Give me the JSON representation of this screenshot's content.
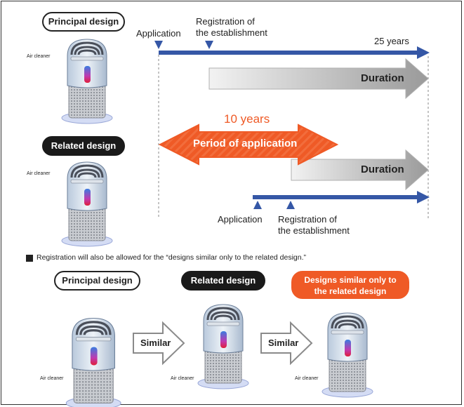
{
  "top": {
    "principal_label": "Principal design",
    "related_label": "Related design",
    "air_cleaner_label": "Air cleaner",
    "principal_timeline": {
      "application": "Application",
      "registration_line1": "Registration of",
      "registration_line2": "the establishment",
      "term": "25 years",
      "duration": "Duration"
    },
    "application_period": {
      "years": "10 years",
      "label": "Period of application"
    },
    "related_timeline": {
      "duration": "Duration",
      "application": "Application",
      "registration_line1": "Registration of",
      "registration_line2": "the establishment"
    }
  },
  "note": "Registration will also be allowed for the “designs similar only to the related design.”",
  "bottom": {
    "principal_label": "Principal design",
    "related_label": "Related design",
    "similar_only_line1": "Designs similar only to",
    "similar_only_line2": "the related design",
    "similar_1": "Similar",
    "similar_2": "Similar",
    "air_cleaner_label": "Air cleaner"
  },
  "colors": {
    "timeline_blue": "#3557a6",
    "orange": "#ef5a26",
    "orange_text": "#ef5a26",
    "gray_arrow": "#a8a8a8"
  }
}
